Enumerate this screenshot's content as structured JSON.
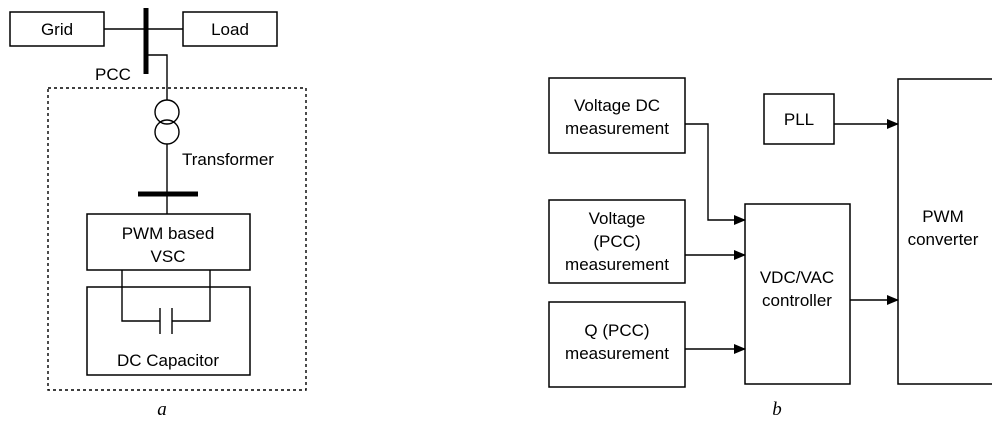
{
  "diagram_a": {
    "grid": "Grid",
    "load": "Load",
    "pcc": "PCC",
    "transformer": "Transformer",
    "vsc_line1": "PWM based",
    "vsc_line2": "VSC",
    "dc_capacitor": "DC Capacitor",
    "caption": "a"
  },
  "diagram_b": {
    "vdc_meas_line1": "Voltage DC",
    "vdc_meas_line2": "measurement",
    "vpcc_meas_line1": "Voltage",
    "vpcc_meas_line2": "(PCC)",
    "vpcc_meas_line3": "measurement",
    "q_meas_line1": "Q (PCC)",
    "q_meas_line2": "measurement",
    "pll": "PLL",
    "controller_line1": "VDC/VAC",
    "controller_line2": "controller",
    "pwm_line1": "PWM",
    "pwm_line2": "converter",
    "caption": "b"
  }
}
